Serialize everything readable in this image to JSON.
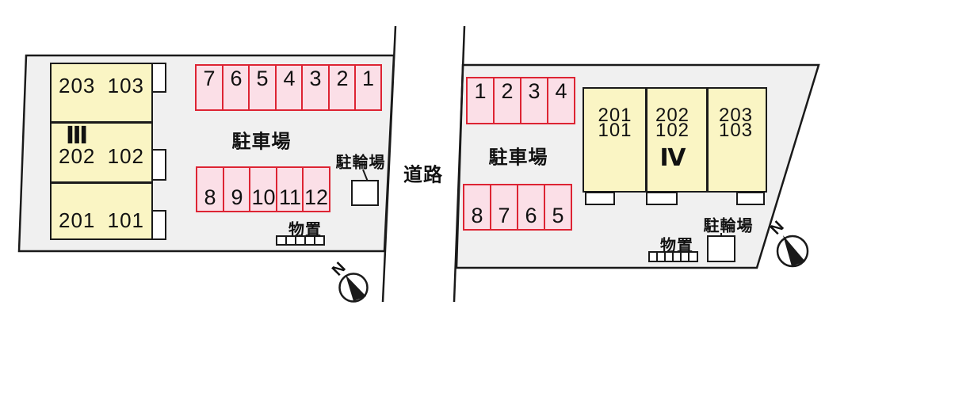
{
  "road": {
    "label": "道路"
  },
  "compass_north_label": "N",
  "left_lot": {
    "building": {
      "name": "Ⅲ",
      "units": [
        "203 103",
        "202 102",
        "201 101"
      ]
    },
    "parking": {
      "label": "駐車場",
      "top_row": [
        "7",
        "6",
        "5",
        "4",
        "3",
        "2",
        "1"
      ],
      "bottom_row": [
        "8",
        "9",
        "10",
        "11",
        "12"
      ]
    },
    "bicycle_label": "駐輪場",
    "storage_label": "物置"
  },
  "right_lot": {
    "building": {
      "name": "Ⅳ",
      "units": [
        {
          "line1": "201",
          "line2": "101"
        },
        {
          "line1": "202",
          "line2": "102"
        },
        {
          "line1": "203",
          "line2": "103"
        }
      ]
    },
    "parking": {
      "label": "駐車場",
      "top_row": [
        "1",
        "2",
        "3",
        "4"
      ],
      "bottom_row": [
        "8",
        "7",
        "6",
        "5"
      ]
    },
    "bicycle_label": "駐輪場",
    "storage_label": "物置"
  },
  "colors": {
    "lot_fill": "#f0f0f0",
    "stall_fill": "#fbdfe7",
    "stall_border": "#dd2433",
    "building_fill": "#faf5c4",
    "line": "#1a1a1a"
  }
}
